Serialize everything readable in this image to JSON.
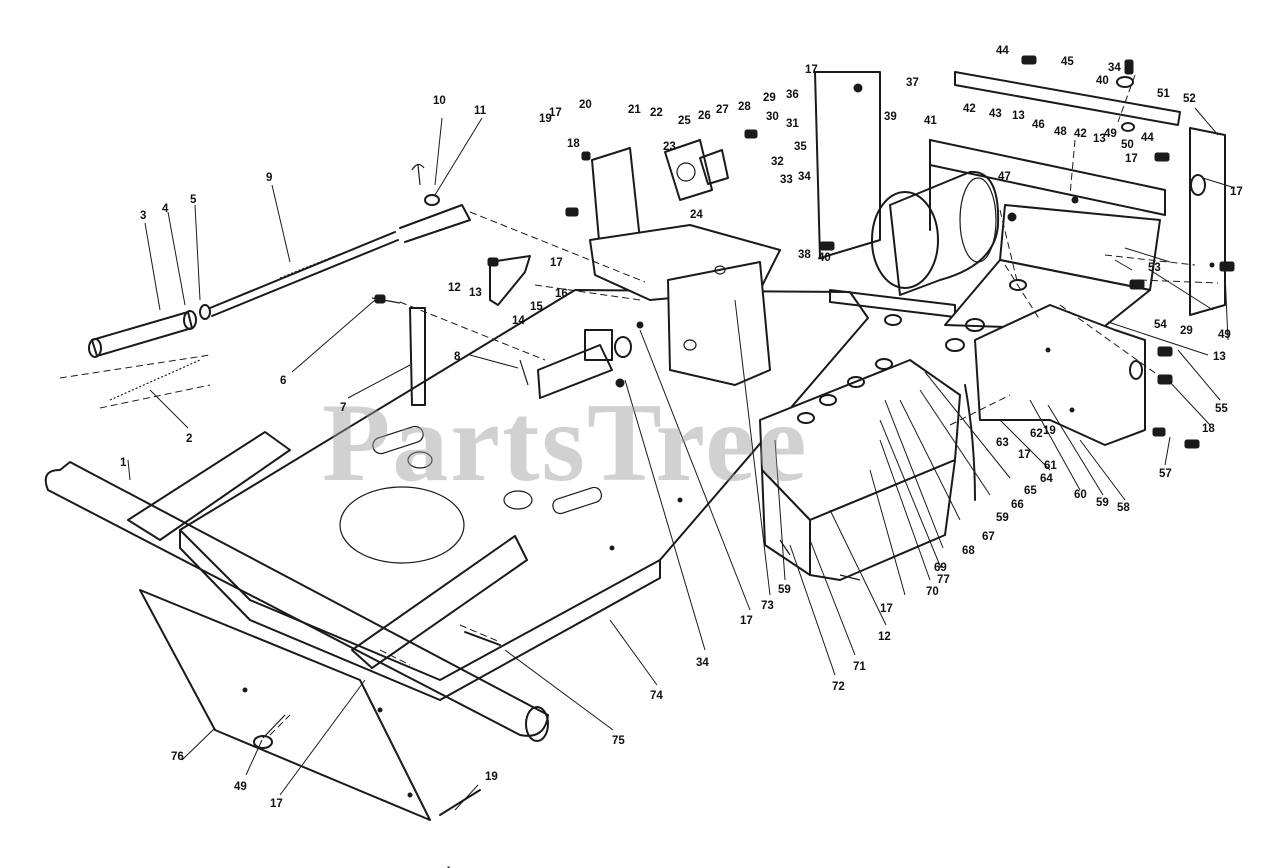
{
  "diagram": {
    "watermark": "PartsTree",
    "callouts": [
      {
        "id": "c1",
        "text": "1"
      },
      {
        "id": "c2",
        "text": "2"
      },
      {
        "id": "c3",
        "text": "3"
      },
      {
        "id": "c4",
        "text": "4"
      },
      {
        "id": "c5",
        "text": "5"
      },
      {
        "id": "c6",
        "text": "6"
      },
      {
        "id": "c7",
        "text": "7"
      },
      {
        "id": "c8",
        "text": "8"
      },
      {
        "id": "c9",
        "text": "9"
      },
      {
        "id": "c10",
        "text": "10"
      },
      {
        "id": "c11",
        "text": "11"
      },
      {
        "id": "c12a",
        "text": "12"
      },
      {
        "id": "c12b",
        "text": "12"
      },
      {
        "id": "c13a",
        "text": "13"
      },
      {
        "id": "c13b",
        "text": "13"
      },
      {
        "id": "c13c",
        "text": "13"
      },
      {
        "id": "c13d",
        "text": "13"
      },
      {
        "id": "c14",
        "text": "14"
      },
      {
        "id": "c15",
        "text": "15"
      },
      {
        "id": "c16",
        "text": "16"
      },
      {
        "id": "c17a",
        "text": "17"
      },
      {
        "id": "c17b",
        "text": "17"
      },
      {
        "id": "c17c",
        "text": "17"
      },
      {
        "id": "c17d",
        "text": "17"
      },
      {
        "id": "c17e",
        "text": "17"
      },
      {
        "id": "c17f",
        "text": "17"
      },
      {
        "id": "c17g",
        "text": "17"
      },
      {
        "id": "c17h",
        "text": "17"
      },
      {
        "id": "c17i",
        "text": "17"
      },
      {
        "id": "c18a",
        "text": "18"
      },
      {
        "id": "c18b",
        "text": "18"
      },
      {
        "id": "c19a",
        "text": "19"
      },
      {
        "id": "c19b",
        "text": "19"
      },
      {
        "id": "c19c",
        "text": "19"
      },
      {
        "id": "c20",
        "text": "20"
      },
      {
        "id": "c21",
        "text": "21"
      },
      {
        "id": "c22",
        "text": "22"
      },
      {
        "id": "c23",
        "text": "23"
      },
      {
        "id": "c24",
        "text": "24"
      },
      {
        "id": "c25",
        "text": "25"
      },
      {
        "id": "c26",
        "text": "26"
      },
      {
        "id": "c27",
        "text": "27"
      },
      {
        "id": "c28",
        "text": "28"
      },
      {
        "id": "c29a",
        "text": "29"
      },
      {
        "id": "c29b",
        "text": "29"
      },
      {
        "id": "c30",
        "text": "30"
      },
      {
        "id": "c31",
        "text": "31"
      },
      {
        "id": "c32",
        "text": "32"
      },
      {
        "id": "c33",
        "text": "33"
      },
      {
        "id": "c34a",
        "text": "34"
      },
      {
        "id": "c34b",
        "text": "34"
      },
      {
        "id": "c34c",
        "text": "34"
      },
      {
        "id": "c35",
        "text": "35"
      },
      {
        "id": "c36",
        "text": "36"
      },
      {
        "id": "c37",
        "text": "37"
      },
      {
        "id": "c38",
        "text": "38"
      },
      {
        "id": "c39",
        "text": "39"
      },
      {
        "id": "c40a",
        "text": "40"
      },
      {
        "id": "c40b",
        "text": "40"
      },
      {
        "id": "c41",
        "text": "41"
      },
      {
        "id": "c42a",
        "text": "42"
      },
      {
        "id": "c42b",
        "text": "42"
      },
      {
        "id": "c43",
        "text": "43"
      },
      {
        "id": "c44a",
        "text": "44"
      },
      {
        "id": "c44b",
        "text": "44"
      },
      {
        "id": "c45",
        "text": "45"
      },
      {
        "id": "c46",
        "text": "46"
      },
      {
        "id": "c47",
        "text": "47"
      },
      {
        "id": "c48",
        "text": "48"
      },
      {
        "id": "c49a",
        "text": "49"
      },
      {
        "id": "c49b",
        "text": "49"
      },
      {
        "id": "c49c",
        "text": "49"
      },
      {
        "id": "c50",
        "text": "50"
      },
      {
        "id": "c51",
        "text": "51"
      },
      {
        "id": "c52",
        "text": "52"
      },
      {
        "id": "c53",
        "text": "53"
      },
      {
        "id": "c54",
        "text": "54"
      },
      {
        "id": "c55",
        "text": "55"
      },
      {
        "id": "c57",
        "text": "57"
      },
      {
        "id": "c58",
        "text": "58"
      },
      {
        "id": "c59a",
        "text": "59"
      },
      {
        "id": "c59b",
        "text": "59"
      },
      {
        "id": "c59c",
        "text": "59"
      },
      {
        "id": "c60",
        "text": "60"
      },
      {
        "id": "c61",
        "text": "61"
      },
      {
        "id": "c62",
        "text": "62"
      },
      {
        "id": "c63",
        "text": "63"
      },
      {
        "id": "c64",
        "text": "64"
      },
      {
        "id": "c65",
        "text": "65"
      },
      {
        "id": "c66",
        "text": "66"
      },
      {
        "id": "c67",
        "text": "67"
      },
      {
        "id": "c68",
        "text": "68"
      },
      {
        "id": "c69",
        "text": "69"
      },
      {
        "id": "c70",
        "text": "70"
      },
      {
        "id": "c71",
        "text": "71"
      },
      {
        "id": "c72",
        "text": "72"
      },
      {
        "id": "c73",
        "text": "73"
      },
      {
        "id": "c74",
        "text": "74"
      },
      {
        "id": "c75",
        "text": "75"
      },
      {
        "id": "c76",
        "text": "76"
      },
      {
        "id": "c77",
        "text": "77"
      }
    ]
  }
}
